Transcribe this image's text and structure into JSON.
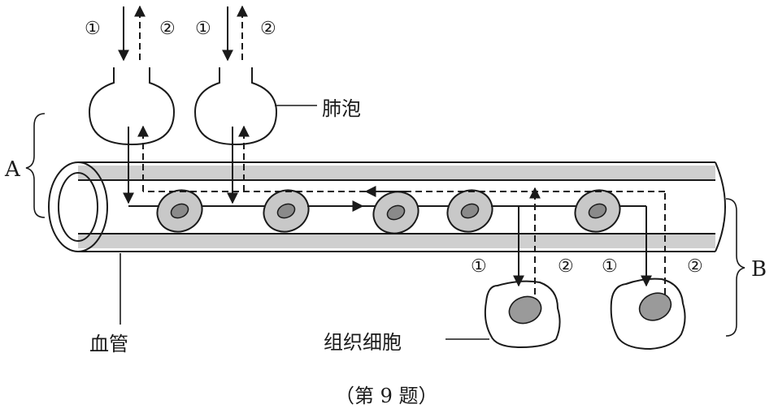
{
  "labels": {
    "region_a": "A",
    "region_b": "B",
    "alveolus": "肺泡",
    "blood_vessel": "血管",
    "tissue_cell": "组织细胞",
    "caption": "（第 9 题）"
  },
  "markers": {
    "one": "①",
    "two": "②"
  },
  "colors": {
    "line": "#1a1a1a",
    "cell_fill": "#c8c8c8",
    "nucleus_fill": "#8a8a8a",
    "vessel_wall": "#cfcfcf",
    "tissue_nucleus": "#9a9a9a"
  }
}
